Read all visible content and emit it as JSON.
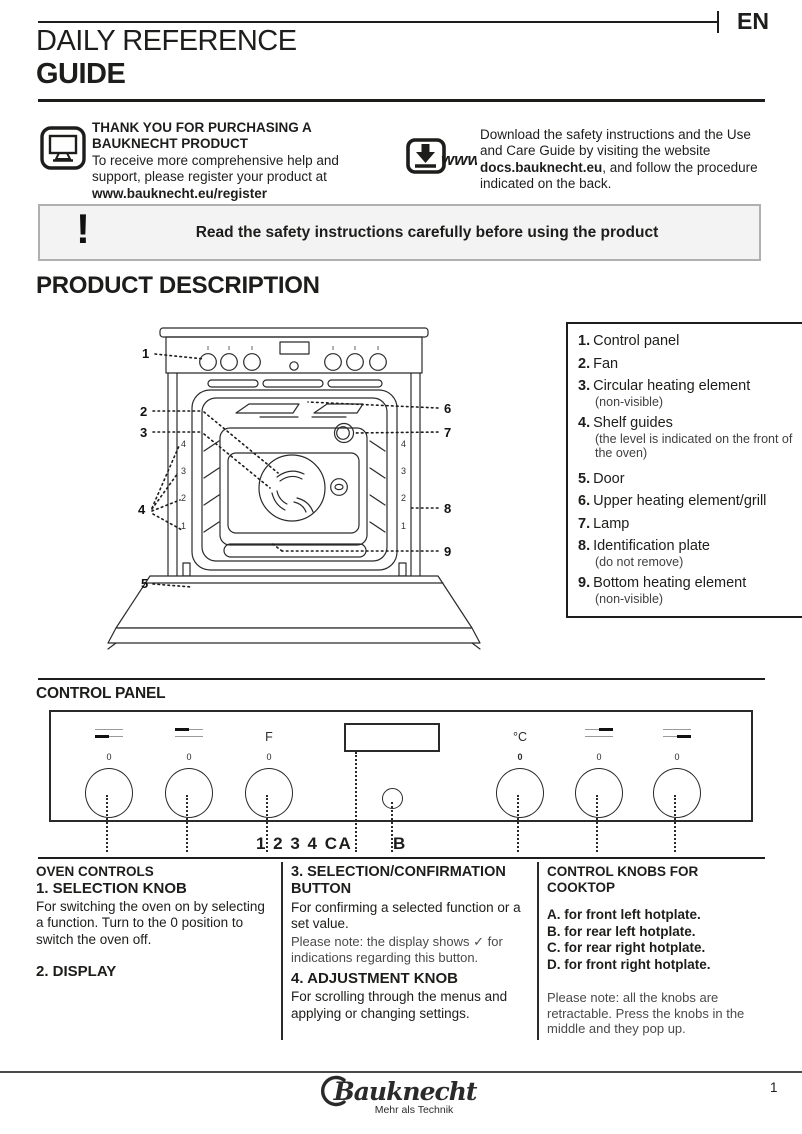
{
  "header": {
    "language": "EN",
    "title_line1": "DAILY REFERENCE",
    "title_line2": "GUIDE"
  },
  "intro": {
    "register": {
      "heading_line1": "THANK YOU FOR PURCHASING A",
      "heading_line2": "BAUKNECHT PRODUCT",
      "body": "To receive more comprehensive help and support, please register your product at",
      "link": "www.bauknecht.eu/register"
    },
    "download": {
      "www_label": "www",
      "body_before": "Download the safety instructions and the Use and Care Guide by visiting the website ",
      "link": "docs.bauknecht.eu",
      "body_after": ", and follow the procedure indicated on the back."
    }
  },
  "warning": {
    "mark": "!",
    "text": "Read the safety instructions carefully before using the product"
  },
  "product_description": {
    "title": "PRODUCT DESCRIPTION",
    "items": [
      {
        "num": "1.",
        "label": "Control panel"
      },
      {
        "num": "2.",
        "label": "Fan"
      },
      {
        "num": "3.",
        "label": "Circular heating element",
        "note": "(non-visible)"
      },
      {
        "num": "4.",
        "label": "Shelf guides",
        "note": "(the level is indicated on the front of the oven)"
      },
      {
        "num": "5.",
        "label": "Door"
      },
      {
        "num": "6.",
        "label": "Upper heating element/grill"
      },
      {
        "num": "7.",
        "label": "Lamp"
      },
      {
        "num": "8.",
        "label": "Identification plate",
        "note": "(do not remove)"
      },
      {
        "num": "9.",
        "label": "Bottom heating element",
        "note": "(non-visible)"
      }
    ],
    "diagram": {
      "callouts": [
        "1",
        "2",
        "3",
        "4",
        "5",
        "6",
        "7",
        "8",
        "9"
      ],
      "levels": [
        "4",
        "3",
        "2",
        "1"
      ]
    }
  },
  "control_panel": {
    "title": "CONTROL PANEL",
    "knob_f_label": "F",
    "knob_temp_label": "°C",
    "zero_label": "0",
    "labels_left": "1 2 3 4 CA",
    "label_b": "B"
  },
  "columns": {
    "oven_controls": {
      "heading": "OVEN CONTROLS",
      "item1_title": "1. SELECTION KNOB",
      "item1_body_before": "For switching the oven on by selecting a function. Turn to the ",
      "item1_zero": "0",
      "item1_body_after": " position to switch the oven off.",
      "item2_title": "2. DISPLAY"
    },
    "selection_button": {
      "item3_title": "3. SELECTION/CONFIRMATION BUTTON",
      "item3_body": "For confirming a selected function or a set value.",
      "item3_note_before": "Please note: the display shows ",
      "item3_note_icon": "✓",
      "item3_note_after": " for indications regarding this button.",
      "item4_title": "4. ADJUSTMENT KNOB",
      "item4_body": "For scrolling through the menus and applying or changing settings."
    },
    "cooktop_knobs": {
      "heading": "CONTROL KNOBS FOR COOKTOP",
      "items": [
        "A. for front left hotplate.",
        "B. for rear left hotplate.",
        "C. for rear right hotplate.",
        "D. for front right hotplate."
      ],
      "note": "Please note: all the knobs are retractable. Press the knobs in the middle and they pop up."
    }
  },
  "footer": {
    "brand": "Bauknecht",
    "tagline": "Mehr als Technik",
    "page_number": "1"
  }
}
